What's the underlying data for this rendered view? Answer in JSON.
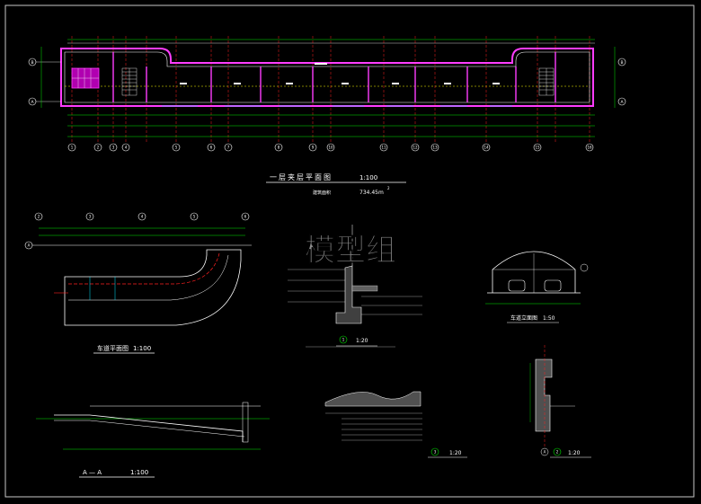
{
  "colors": {
    "background": "#000000",
    "frame": "#c8c8c8",
    "wall": "#ff3cff",
    "grid": "#ffffff",
    "text": "#ffffff",
    "dim": "#00e600",
    "cyan": "#00e5ff",
    "red": "#ff2020",
    "yellow": "#ffff00",
    "watermark": "#ffffff"
  },
  "floor_plan": {
    "title": "一层夹层平面图",
    "scale": "1:100",
    "area_label": "建筑面积",
    "area_value": "734.45m",
    "area_sup": "2",
    "axis_labels": [
      "1",
      "2",
      "3",
      "4",
      "5",
      "6",
      "7",
      "8",
      "9",
      "10",
      "11",
      "12",
      "13",
      "14",
      "15",
      "16"
    ],
    "row_labels": [
      "B",
      "A"
    ]
  },
  "ramp_plan": {
    "title": "车道平面图",
    "scale": "1:100",
    "axis_labels": [
      "2",
      "3",
      "4",
      "5",
      "6"
    ],
    "row_label": "A"
  },
  "section_aa": {
    "title": "A — A",
    "scale": "1:100"
  },
  "detail_1": {
    "number": "1",
    "scale": "1:20"
  },
  "tunnel_section": {
    "title": "车道立面图",
    "scale": "1:50"
  },
  "detail_2": {
    "number": "2",
    "scale": "1:20",
    "row_label": "A"
  },
  "detail_3": {
    "number": "3",
    "scale": "1:20"
  },
  "watermark": {
    "text": "模型组"
  }
}
